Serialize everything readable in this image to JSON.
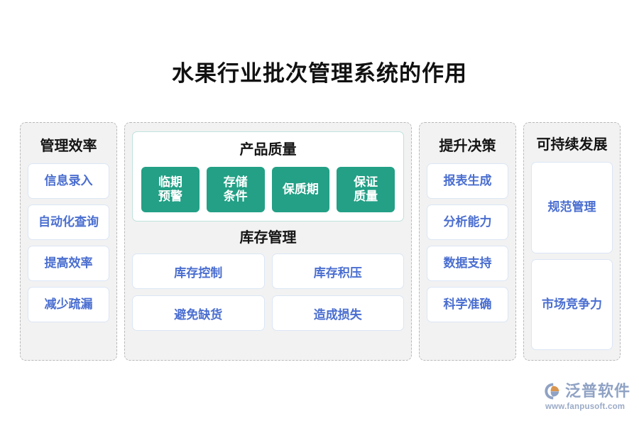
{
  "title": "水果行业批次管理系统的作用",
  "columns": [
    {
      "id": "management-efficiency",
      "title": "管理效率",
      "cards": [
        "信息录入",
        "自动化查询",
        "提高效率",
        "减少疏漏"
      ]
    },
    {
      "id": "product-quality",
      "title": "产品质量",
      "chips": [
        {
          "line1": "临期",
          "line2": "预警"
        },
        {
          "line1": "存储",
          "line2": "条件"
        },
        {
          "line1": "保质期",
          "line2": ""
        },
        {
          "line1": "保证",
          "line2": "质量"
        }
      ],
      "inventory_title": "库存管理",
      "inventory_cards": [
        "库存控制",
        "库存积压",
        "避免缺货",
        "造成损失"
      ]
    },
    {
      "id": "improve-decision",
      "title": "提升决策",
      "cards": [
        "报表生成",
        "分析能力",
        "数据支持",
        "科学准确"
      ]
    },
    {
      "id": "sustainable-development",
      "title": "可持续发展",
      "cards": [
        "规范管理",
        "市场竞争力"
      ]
    }
  ],
  "logo": {
    "name": "泛普软件",
    "url": "www.fanpusoft.com"
  },
  "colors": {
    "page_background": "#ffffff",
    "column_background": "#f2f2f2",
    "column_border": "#b9b9b9",
    "card_background": "#ffffff",
    "card_border": "#dbe6f5",
    "card_text": "#4a6ed0",
    "chip_background": "#23a086",
    "chip_text": "#ffffff",
    "panel_border": "#bfe2dc",
    "title_text": "#111111",
    "logo_text": "#8fa2c4",
    "logo_mark_accent": "#d9954f"
  }
}
